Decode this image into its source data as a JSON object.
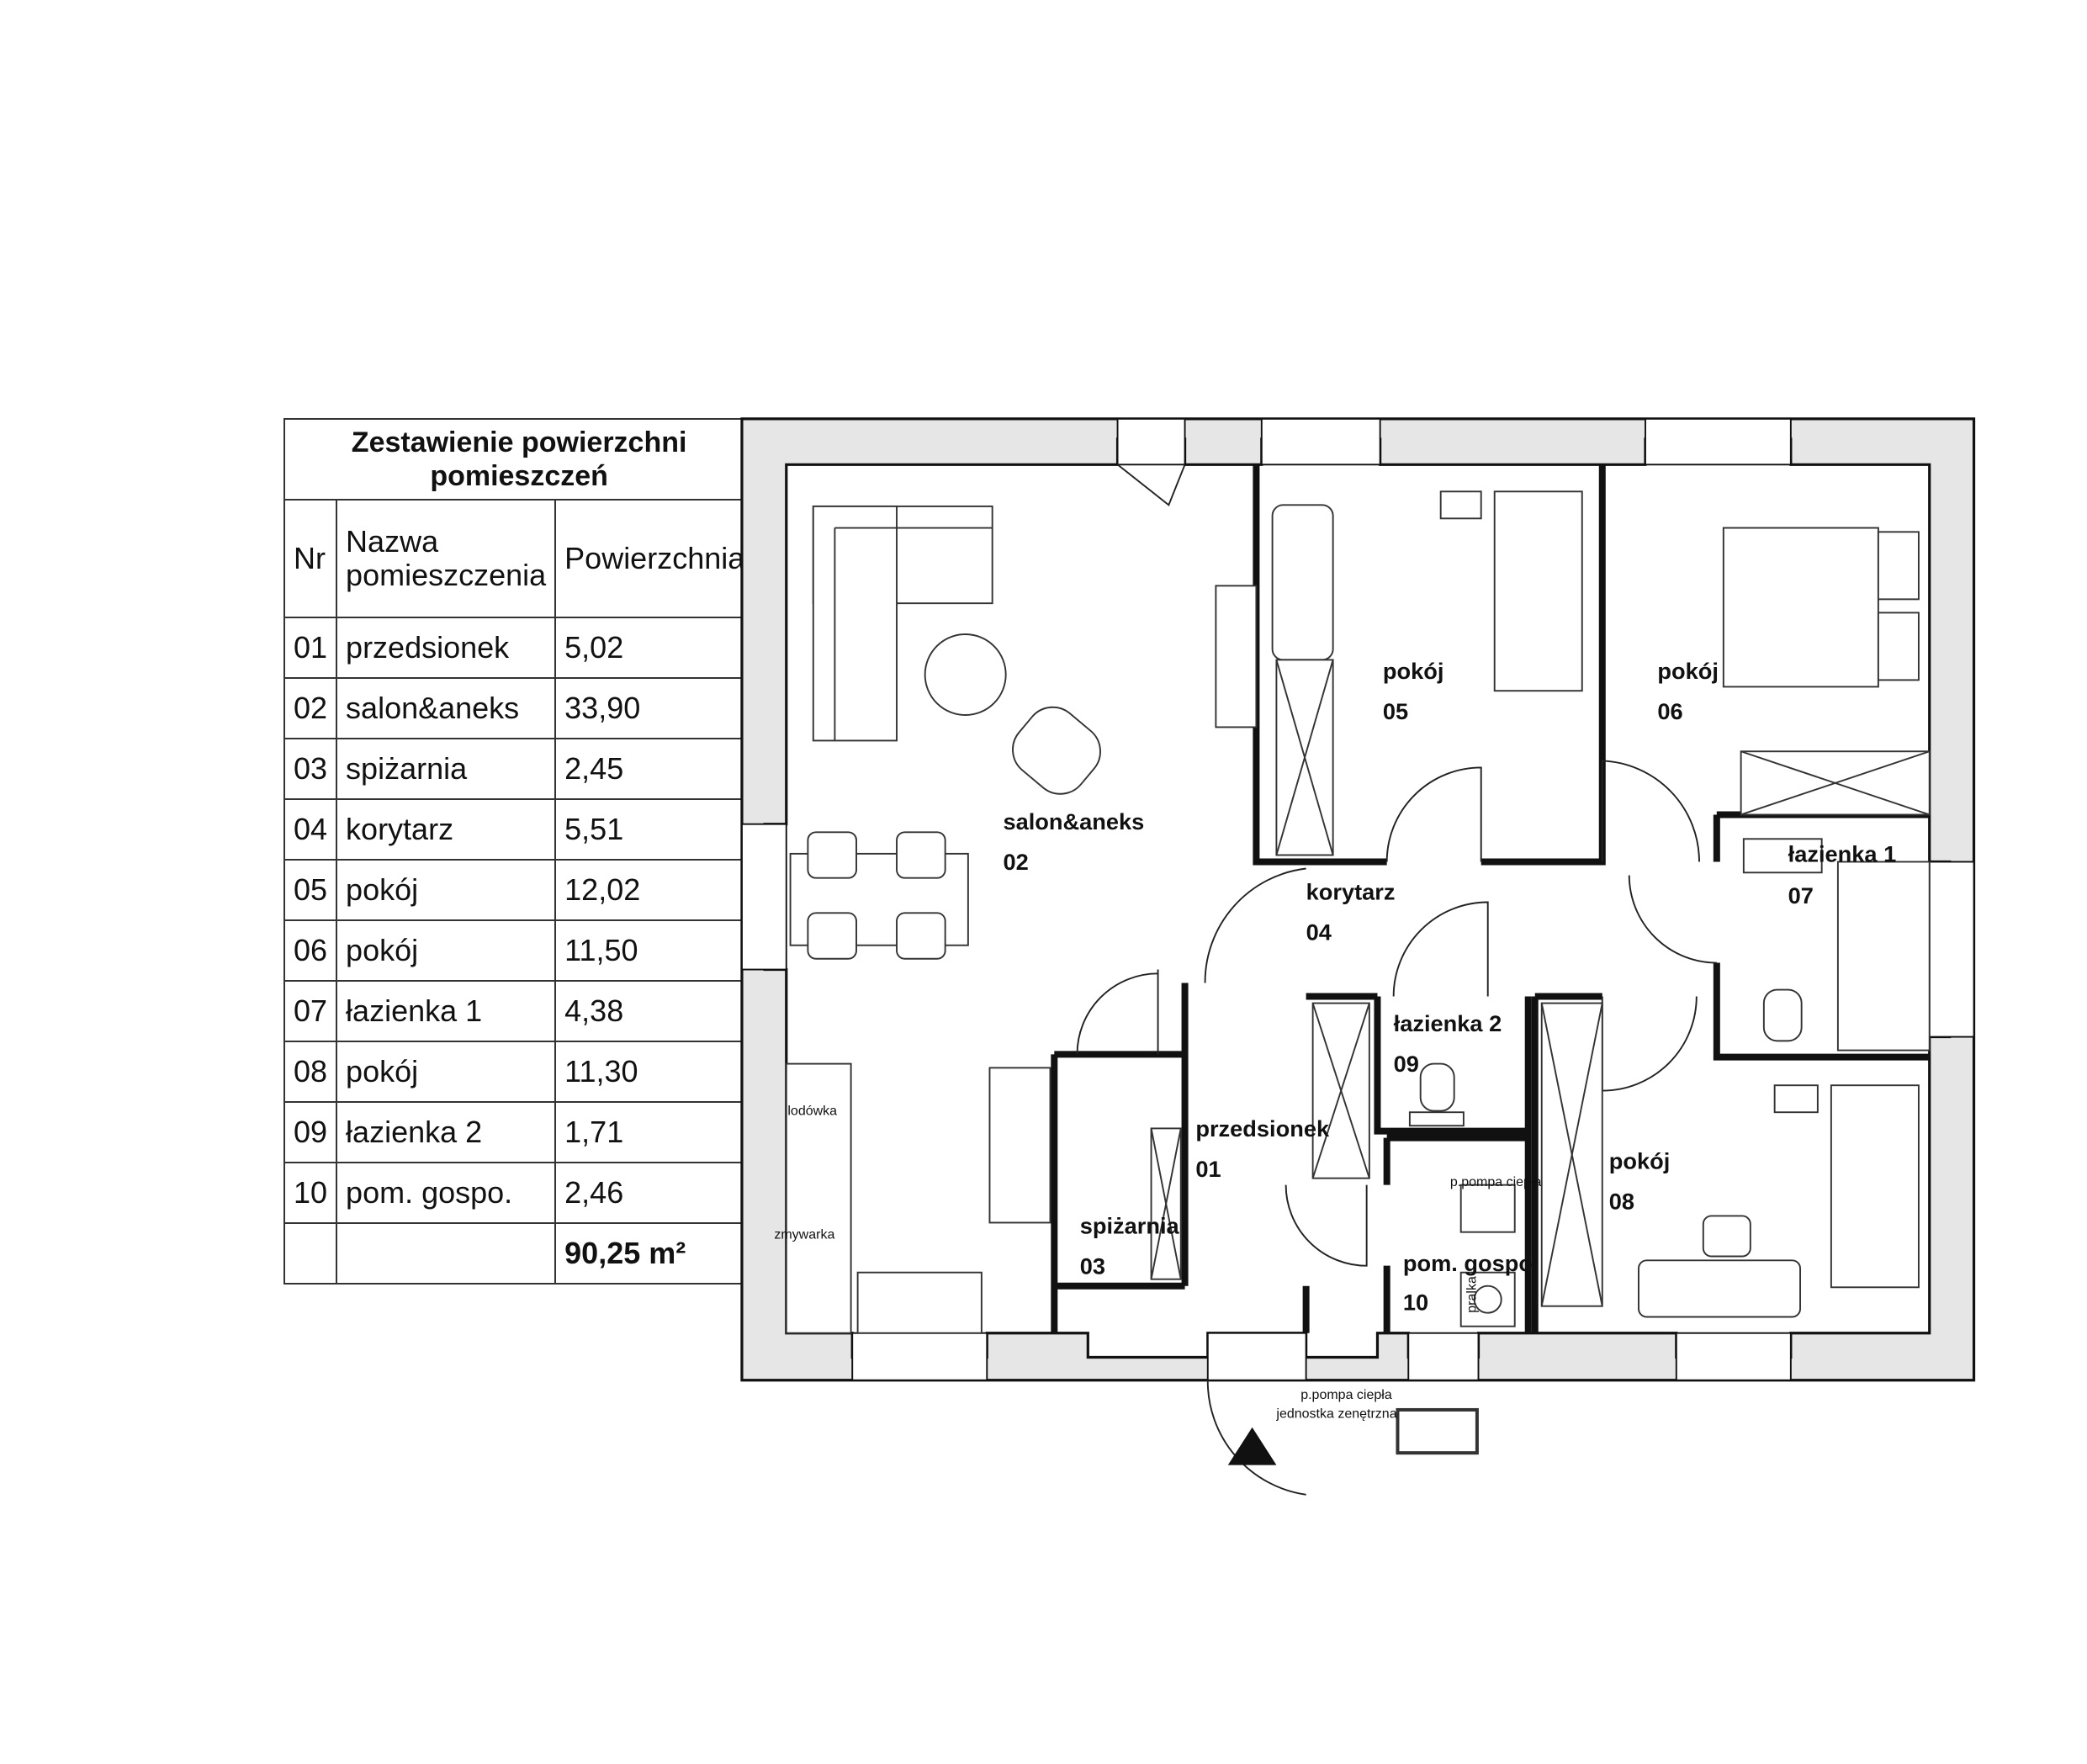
{
  "table": {
    "title": "Zestawienie powierzchni pomieszczeń",
    "headers": {
      "nr": "Nr",
      "name": "Nazwa pomieszczenia",
      "area": "Powierzchnia"
    },
    "rows": [
      {
        "nr": "01",
        "name": "przedsionek",
        "area": "5,02"
      },
      {
        "nr": "02",
        "name": "salon&aneks",
        "area": "33,90"
      },
      {
        "nr": "03",
        "name": "spiżarnia",
        "area": "2,45"
      },
      {
        "nr": "04",
        "name": "korytarz",
        "area": "5,51"
      },
      {
        "nr": "05",
        "name": "pokój",
        "area": "12,02"
      },
      {
        "nr": "06",
        "name": "pokój",
        "area": "11,50"
      },
      {
        "nr": "07",
        "name": "łazienka 1",
        "area": "4,38"
      },
      {
        "nr": "08",
        "name": "pokój",
        "area": "11,30"
      },
      {
        "nr": "09",
        "name": "łazienka 2",
        "area": "1,71"
      },
      {
        "nr": "10",
        "name": "pom. gospo.",
        "area": "2,46"
      }
    ],
    "total": "90,25 m²"
  },
  "plan": {
    "rooms": {
      "r01": {
        "name": "przedsionek",
        "nr": "01"
      },
      "r02": {
        "name": "salon&aneks",
        "nr": "02"
      },
      "r03": {
        "name": "spiżarnia",
        "nr": "03"
      },
      "r04": {
        "name": "korytarz",
        "nr": "04"
      },
      "r05": {
        "name": "pokój",
        "nr": "05"
      },
      "r06": {
        "name": "pokój",
        "nr": "06"
      },
      "r07": {
        "name": "łazienka 1",
        "nr": "07"
      },
      "r08": {
        "name": "pokój",
        "nr": "08"
      },
      "r09": {
        "name": "łazienka 2",
        "nr": "09"
      },
      "r10": {
        "name": "pom. gospo.",
        "nr": "10"
      }
    },
    "annotations": {
      "fridge": "lodówka",
      "dishwasher": "zmywarka",
      "heat_pump_inner": "p.pompa ciepła",
      "washer": "pralka",
      "heat_pump_outer_1": "p.pompa ciepła",
      "heat_pump_outer_2": "jednostka zenętrzna"
    }
  }
}
